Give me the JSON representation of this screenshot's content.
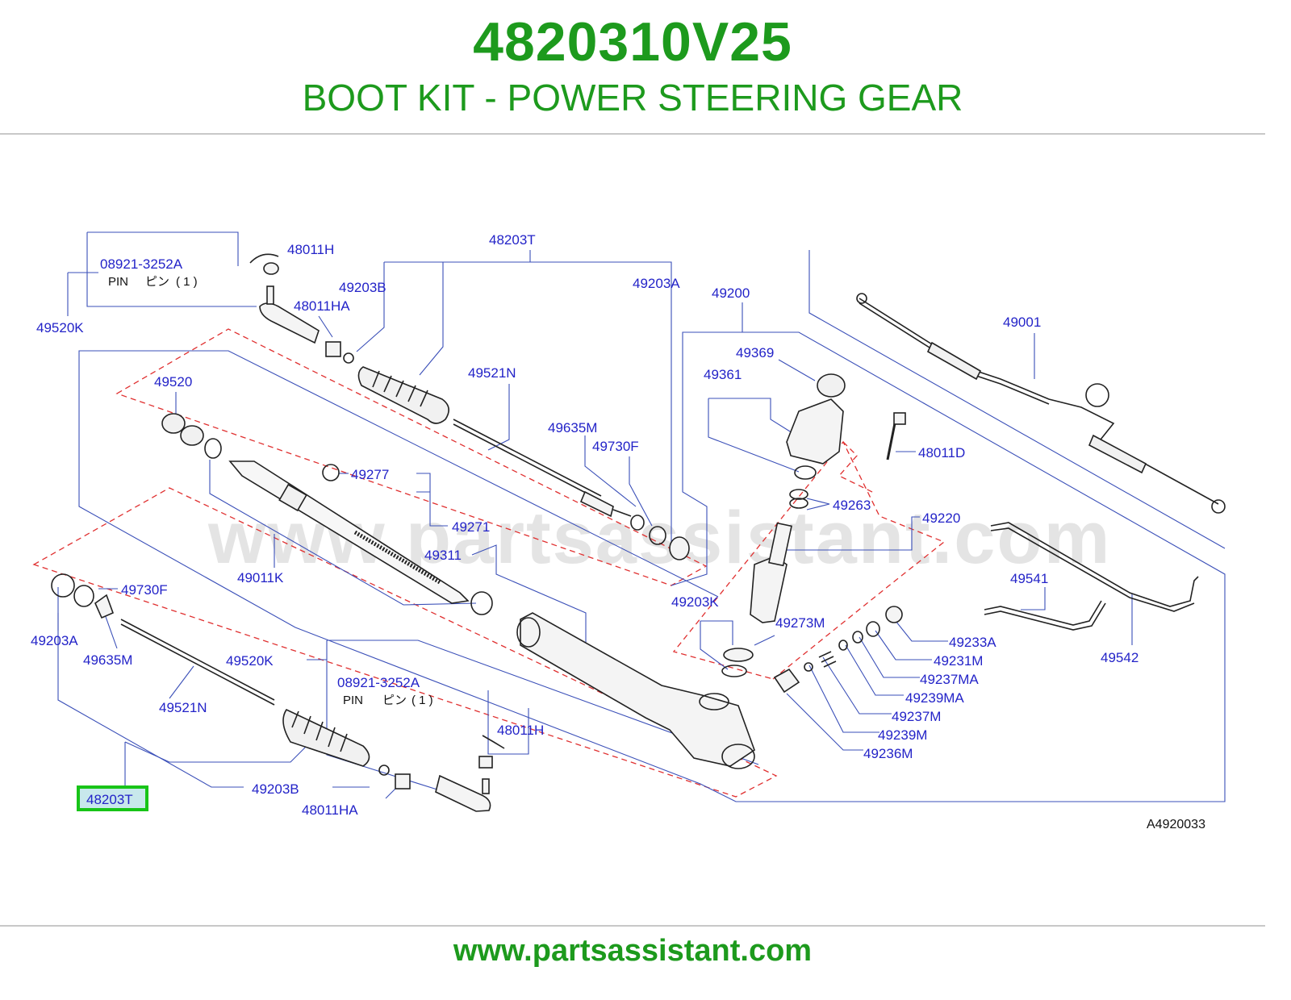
{
  "header": {
    "part_number": "4820310V25",
    "title": "BOOT KIT - POWER STEERING GEAR"
  },
  "diagram": {
    "watermark": "www.partsassistant.com",
    "reference_code": "A4920033",
    "highlighted_label": "48203T",
    "labels": {
      "l48203T_top": "48203T",
      "l48011H_top": "48011H",
      "l08921_top": "08921-3252A",
      "pin_top": "PIN",
      "pin_jp_top": "ピン",
      "pin_qty_top": "( 1 )",
      "l49520K_top": "49520K",
      "l48011HA_top": "48011HA",
      "l49203B_top": "49203B",
      "l49203A_top": "49203A",
      "l49200": "49200",
      "l49001": "49001",
      "l49369": "49369",
      "l49361": "49361",
      "l49520": "49520",
      "l49521N_top": "49521N",
      "l49635M_top": "49635M",
      "l49730F_top": "49730F",
      "l48011D": "48011D",
      "l49277": "49277",
      "l49263": "49263",
      "l49220": "49220",
      "l49271": "49271",
      "l49311": "49311",
      "l49011K": "49011K",
      "l49541": "49541",
      "l49730F_bot": "49730F",
      "l49203K": "49203K",
      "l49273M": "49273M",
      "l49233A": "49233A",
      "l49203A_bot": "49203A",
      "l49635M_bot": "49635M",
      "l49520K_bot": "49520K",
      "l08921_bot": "08921-3252A",
      "pin_bot": "PIN",
      "pin_jp_bot": "ピン",
      "pin_qty_bot": "( 1 )",
      "l49231M": "49231M",
      "l49542": "49542",
      "l49237MA": "49237MA",
      "l49239MA": "49239MA",
      "l49521N_bot": "49521N",
      "l49237M": "49237M",
      "l48011H_bot": "48011H",
      "l49239M": "49239M",
      "l49236M": "49236M",
      "l49203B_bot": "49203B",
      "l48011HA_bot": "48011HA"
    },
    "colors": {
      "label": "#2323c8",
      "leader": "#3a4fb8",
      "dashed": "#e03030",
      "part": "#222222",
      "brand": "#1d9a1d",
      "highlight": "#18c418"
    }
  },
  "footer": {
    "url": "www.partsassistant.com"
  }
}
